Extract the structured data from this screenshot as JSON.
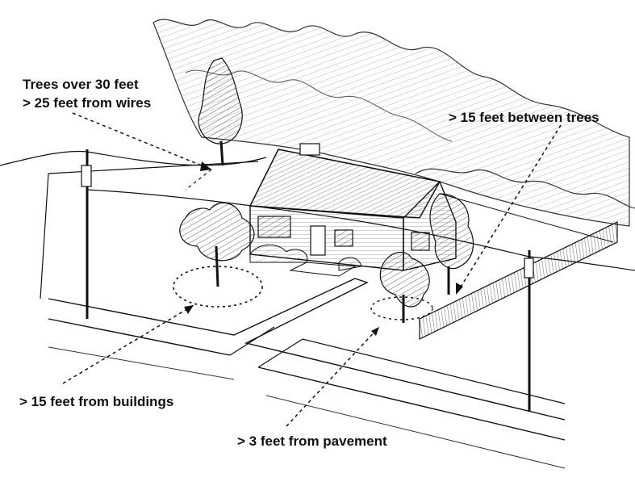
{
  "labels": {
    "wires_line1": "Trees over 30 feet",
    "wires_line2": "> 25 feet from wires",
    "between_trees": "> 15 feet between trees",
    "from_buildings": "> 15 feet from buildings",
    "from_pavement": "> 3 feet from pavement"
  },
  "colors": {
    "ink": "#111111",
    "background": "#ffffff"
  }
}
